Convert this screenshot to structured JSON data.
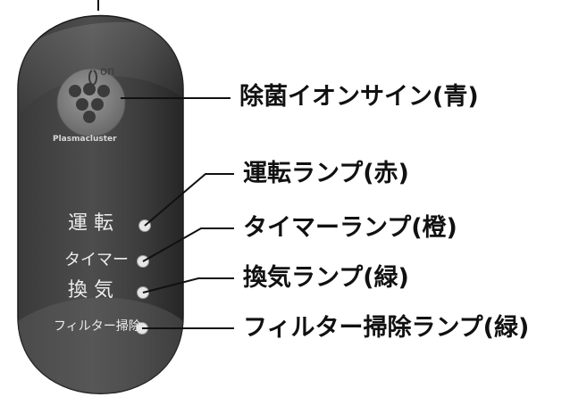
{
  "panel": {
    "brand": "Plasmacluster",
    "on_mark": "on",
    "labels": {
      "operation": "運 転",
      "timer": "タイマー",
      "ventilation": "換 気",
      "filter_clean": "フィルター掃除"
    }
  },
  "callouts": {
    "ion_sign": "除菌イオンサイン(青)",
    "operation_lamp": "運転ランプ(赤)",
    "timer_lamp": "タイマーランプ(橙)",
    "ventilation_lamp": "換気ランプ(緑)",
    "filter_lamp": "フィルター掃除ランプ(緑)"
  },
  "colors": {
    "panel_dark": "#2e2e2e",
    "panel_mid": "#5a5a5a",
    "led": "#e6e6e6",
    "line": "#111111",
    "text": "#111111"
  }
}
